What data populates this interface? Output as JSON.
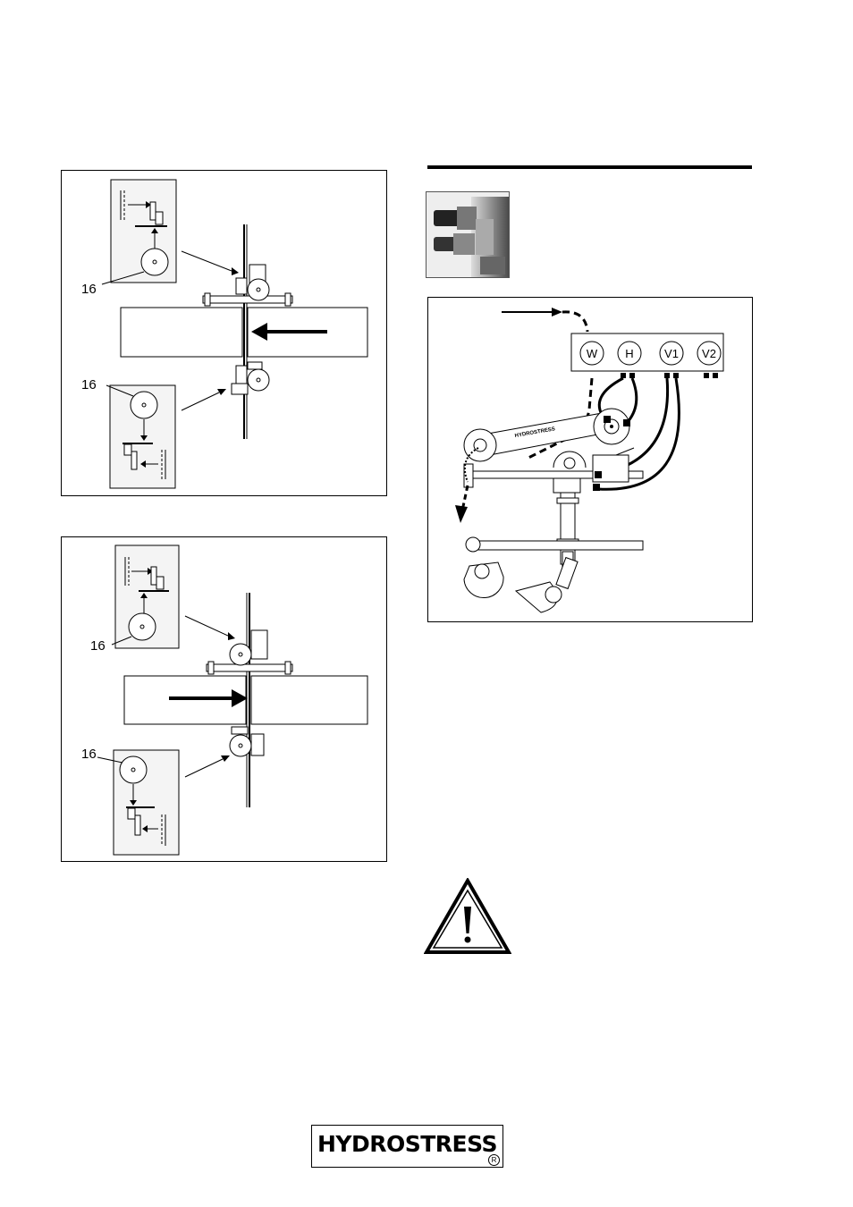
{
  "figures": {
    "fig_top": {
      "callout_upper": "16",
      "callout_lower": "16"
    },
    "fig_bottom": {
      "callout_upper": "16",
      "callout_lower": "16"
    },
    "hydraulic": {
      "ports": [
        "W",
        "H",
        "V1",
        "V2"
      ],
      "arm_text": "HYDROSTRESS"
    }
  },
  "logo": {
    "text": "HYDROSTRESS",
    "mark": "R"
  }
}
